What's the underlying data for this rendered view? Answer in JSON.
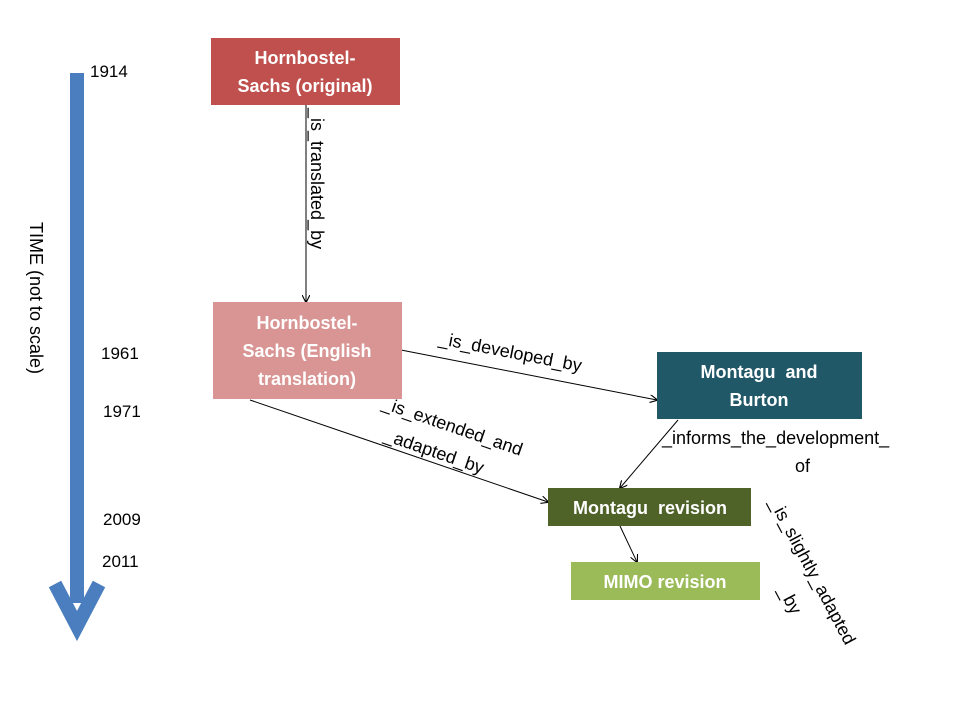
{
  "timeline": {
    "label": "TIME (not to scale)",
    "arrow_color": "#4a7ebf",
    "years": [
      "1914",
      "1961",
      "1971",
      "2009",
      "2011"
    ]
  },
  "nodes": {
    "hs_original": {
      "lines": [
        "Hornbostel-",
        "Sachs (original)"
      ],
      "color": "#c0504d"
    },
    "hs_english": {
      "lines": [
        "Hornbostel-",
        "Sachs (English",
        "translation)"
      ],
      "color": "#d99594"
    },
    "montagu_burton": {
      "lines": [
        "Montagu  and",
        "Burton"
      ],
      "color": "#215868"
    },
    "montagu_revision": {
      "lines": [
        "Montagu  revision"
      ],
      "color": "#4f6228"
    },
    "mimo_revision": {
      "lines": [
        "MIMO revision"
      ],
      "color": "#9bbb59"
    }
  },
  "edges": {
    "translated": {
      "lines": [
        "_is_translated_by"
      ]
    },
    "developed": {
      "lines": [
        "_is_developed_by"
      ]
    },
    "extended": {
      "lines": [
        "_is_extended_and",
        "_adapted_by"
      ]
    },
    "informs": {
      "lines": [
        "_informs_the_development_",
        "of"
      ]
    },
    "slightly": {
      "lines": [
        "_is_slightly_adapted",
        "_by"
      ]
    }
  }
}
